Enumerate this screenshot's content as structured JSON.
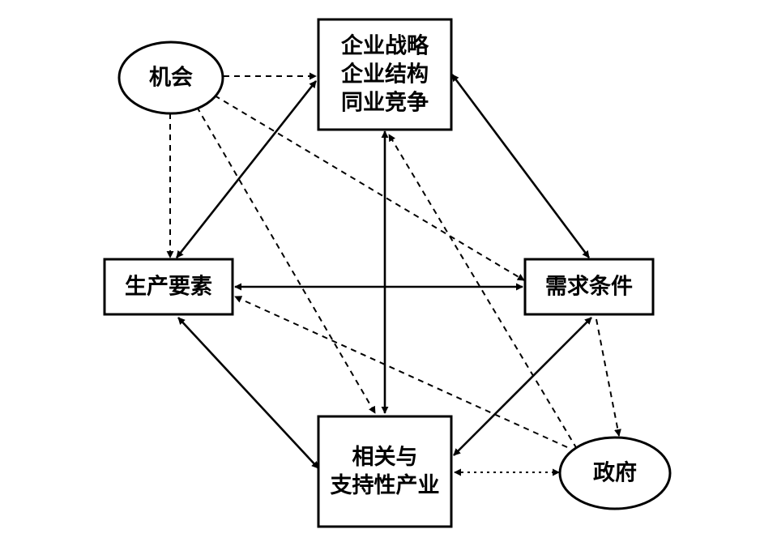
{
  "diagram": {
    "nodes": [
      {
        "id": "strategy",
        "shape": "rect",
        "label_lines": [
          "企业战略",
          "企业结构",
          "同业竞争"
        ]
      },
      {
        "id": "chance",
        "shape": "ellipse",
        "label_lines": [
          "机会"
        ]
      },
      {
        "id": "factors",
        "shape": "rect",
        "label_lines": [
          "生产要素"
        ]
      },
      {
        "id": "demand",
        "shape": "rect",
        "label_lines": [
          "需求条件"
        ]
      },
      {
        "id": "related",
        "shape": "rect",
        "label_lines": [
          "相关与",
          "支持性产业"
        ]
      },
      {
        "id": "government",
        "shape": "ellipse",
        "label_lines": [
          "政府"
        ]
      }
    ],
    "edges": [
      {
        "from": "chance",
        "to": "strategy",
        "style": "dashed",
        "direction": "forward"
      },
      {
        "from": "chance",
        "to": "factors",
        "style": "dashed",
        "direction": "forward"
      },
      {
        "from": "chance",
        "to": "demand",
        "style": "dashed",
        "direction": "forward"
      },
      {
        "from": "chance",
        "to": "related",
        "style": "dashed",
        "direction": "forward"
      },
      {
        "from": "strategy",
        "to": "factors",
        "style": "solid",
        "direction": "both"
      },
      {
        "from": "strategy",
        "to": "demand",
        "style": "solid",
        "direction": "both"
      },
      {
        "from": "strategy",
        "to": "related",
        "style": "solid",
        "direction": "both"
      },
      {
        "from": "factors",
        "to": "demand",
        "style": "solid",
        "direction": "both"
      },
      {
        "from": "factors",
        "to": "related",
        "style": "solid",
        "direction": "both"
      },
      {
        "from": "demand",
        "to": "related",
        "style": "solid",
        "direction": "both"
      },
      {
        "from": "government",
        "to": "strategy",
        "style": "dashed",
        "direction": "forward"
      },
      {
        "from": "government",
        "to": "factors",
        "style": "dashed",
        "direction": "forward"
      },
      {
        "from": "demand",
        "to": "government",
        "style": "dashed",
        "direction": "forward"
      },
      {
        "from": "related",
        "to": "government",
        "style": "dotted",
        "direction": "both"
      }
    ]
  }
}
